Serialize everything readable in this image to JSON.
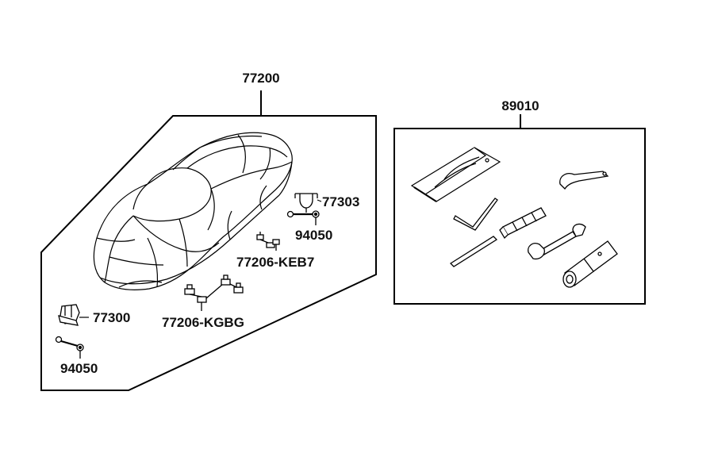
{
  "labels": {
    "seat_assembly": "77200",
    "tool_kit": "89010",
    "clip_top": "77303",
    "screw_right": "94050",
    "bracket_keb7": "77206-KEB7",
    "bracket_kgbg": "77206-KGBG",
    "hinge_clip": "77300",
    "screw_left": "94050"
  },
  "colors": {
    "line": "#000000",
    "text": "#111111",
    "background": "#ffffff"
  }
}
